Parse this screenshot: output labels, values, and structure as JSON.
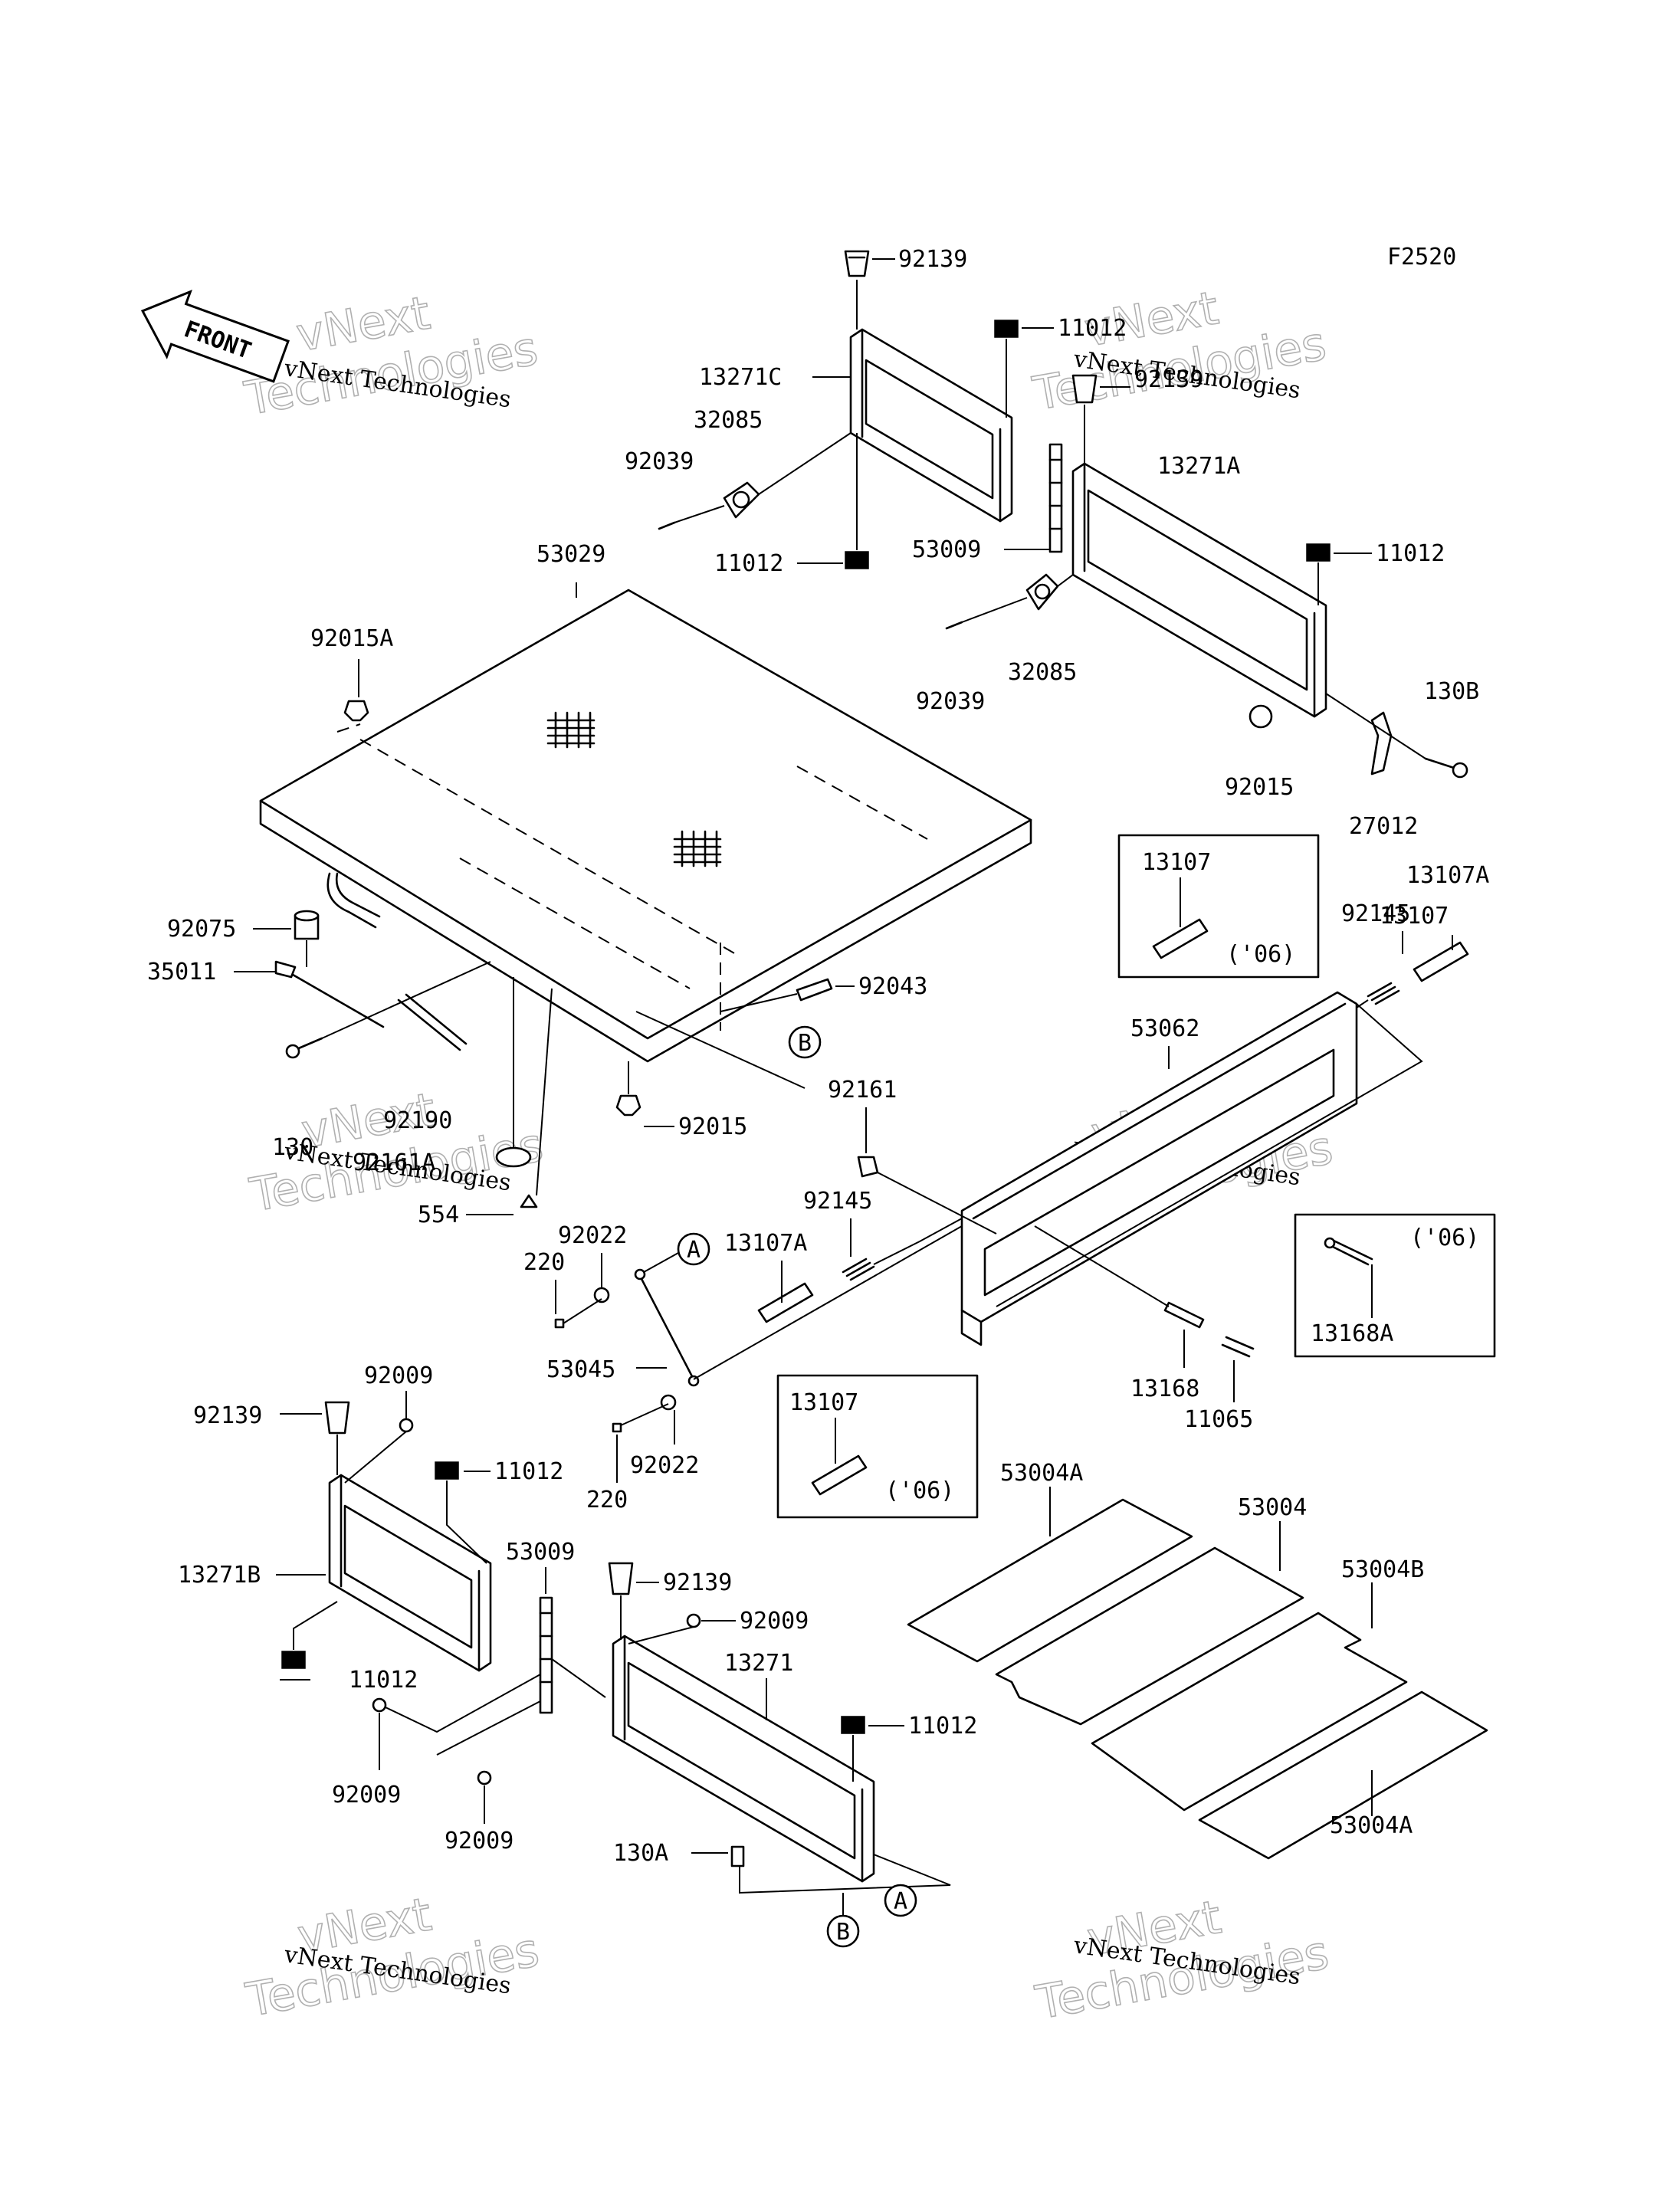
{
  "figure_code": "F2520",
  "front_arrow_label": "FRONT",
  "watermark": {
    "line1": "vNext",
    "line2": "Technologies",
    "caption": "vNext Technologies"
  },
  "callouts": [
    {
      "id": "A",
      "label": "A"
    },
    {
      "id": "B",
      "label": "B"
    }
  ],
  "inset_boxes": [
    {
      "id": "inset-13107-top",
      "part": "13107",
      "note": "('06)"
    },
    {
      "id": "inset-13168a",
      "part": "13168A",
      "note": "('06)"
    },
    {
      "id": "inset-13107-bottom",
      "part": "13107",
      "note": "('06)"
    }
  ],
  "part_labels": [
    "92139",
    "11012",
    "13271C",
    "32085",
    "92039",
    "11012",
    "92139",
    "13271A",
    "53009",
    "11012",
    "32085",
    "92039",
    "130B",
    "92015",
    "27012",
    "53029",
    "92015A",
    "92075",
    "35011",
    "92043",
    "130",
    "92190",
    "92161A",
    "554",
    "92015",
    "13107",
    "13107A",
    "92145",
    "53062",
    "92161",
    "92145",
    "13107A",
    "92022",
    "220",
    "53045",
    "92022",
    "220",
    "13168",
    "11065",
    "13168A",
    "13107",
    "92139",
    "92009",
    "11012",
    "13271B",
    "53009",
    "11012",
    "92009",
    "92009",
    "92139",
    "92009",
    "13271",
    "11012",
    "130A",
    "53004A",
    "53004",
    "53004B",
    "53004A"
  ]
}
